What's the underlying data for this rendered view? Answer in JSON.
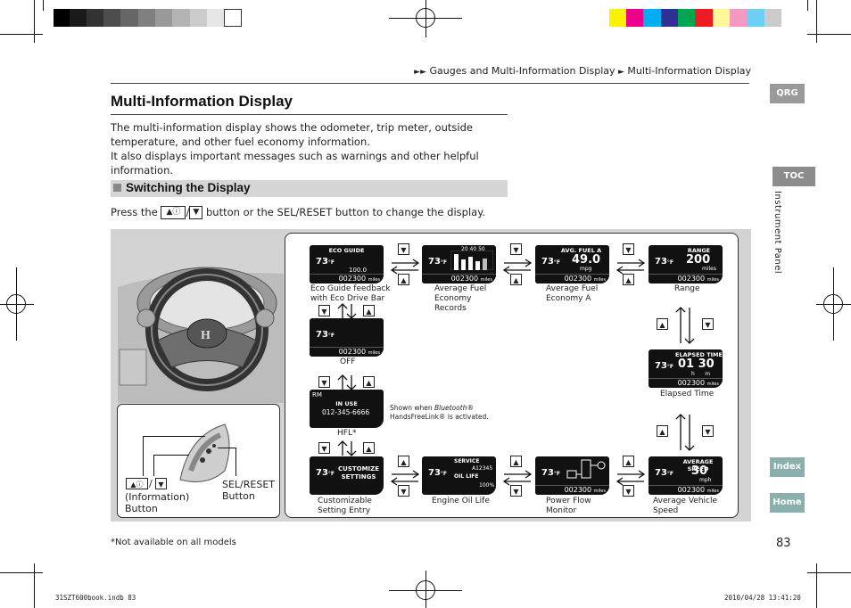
{
  "header": {
    "breadcrumb_arrows": "►►",
    "breadcrumb_section": "Gauges and Multi-Information Display",
    "breadcrumb_sep": "►",
    "breadcrumb_page": "Multi-Information Display"
  },
  "title": "Multi-Information Display",
  "intro": {
    "line1": "The multi-information display shows the odometer, trip meter, outside temperature, and other fuel economy information.",
    "line2": "It also displays important messages such as warnings and other helpful information."
  },
  "section": {
    "title": "Switching the Display"
  },
  "press": {
    "prefix": "Press the",
    "suffix": "button or the SEL/RESET button to change the display."
  },
  "tabs": {
    "qrg": "QRG",
    "toc": "TOC",
    "index": "Index",
    "home": "Home",
    "side_label": "Instrument Panel"
  },
  "colors": {
    "tab_gray": "#9a9a9a",
    "tab_toc": "#8c8c8c",
    "tab_index": "#8ab0ad",
    "tab_home": "#8ab0ad",
    "diagram_bg": "#d3d3d3"
  },
  "screens": {
    "temp": "73",
    "temp_unit": "°F",
    "odo": "002300",
    "odo_unit": "miles",
    "eco_guide": "ECO GUIDE",
    "eco_value": "100.0",
    "fuel_hdr": "20 40 50",
    "avg_fuel_hdr": "AVG. FUEL A",
    "avg_fuel_val": "49.0",
    "avg_fuel_unit": "mpg",
    "range_hdr": "RANGE",
    "range_val": "200",
    "range_unit": "miles",
    "elapsed_hdr": "ELAPSED TIME",
    "elapsed_val": "01 30",
    "elapsed_unit": "h      m",
    "hfl_hdr": "IN USE",
    "hfl_num": "012-345-6666",
    "customize": "CUSTOMIZE SETTINGS",
    "oil_service": "SERVICE",
    "oil_code": "A12345",
    "oil_life": "OIL LIFE",
    "oil_pct": "100%",
    "avg_speed_hdr": "AVERAGE SPEED",
    "avg_speed_val": "30",
    "avg_speed_unit": "mph"
  },
  "captions": {
    "eco": "Eco Guide feedback\nwith Eco Drive Bar",
    "avg_fuel_records": "Average Fuel\nEconomy\nRecords",
    "avg_fuel_a": "Average Fuel\nEconomy A",
    "range": "Range",
    "off": "OFF",
    "elapsed": "Elapsed Time",
    "hfl": "HFL*",
    "bt_note_prefix": "Shown when ",
    "bt_note_brand": "Bluetooth",
    "bt_note_suffix": "®\nHandsFreeLink® is activated.",
    "customizable": "Customizable\nSetting Entry",
    "engine_oil": "Engine Oil Life",
    "power_flow": "Power Flow\nMonitor",
    "avg_speed": "Average Vehicle\nSpeed",
    "info_button": "(Information)\nButton",
    "sel_reset": "SEL/RESET\nButton"
  },
  "footnote": "*Not available on all models",
  "page_number": "83",
  "print_info": {
    "left": "31SZT600book.indb   83",
    "right": "2010/04/28   13:41:20"
  }
}
